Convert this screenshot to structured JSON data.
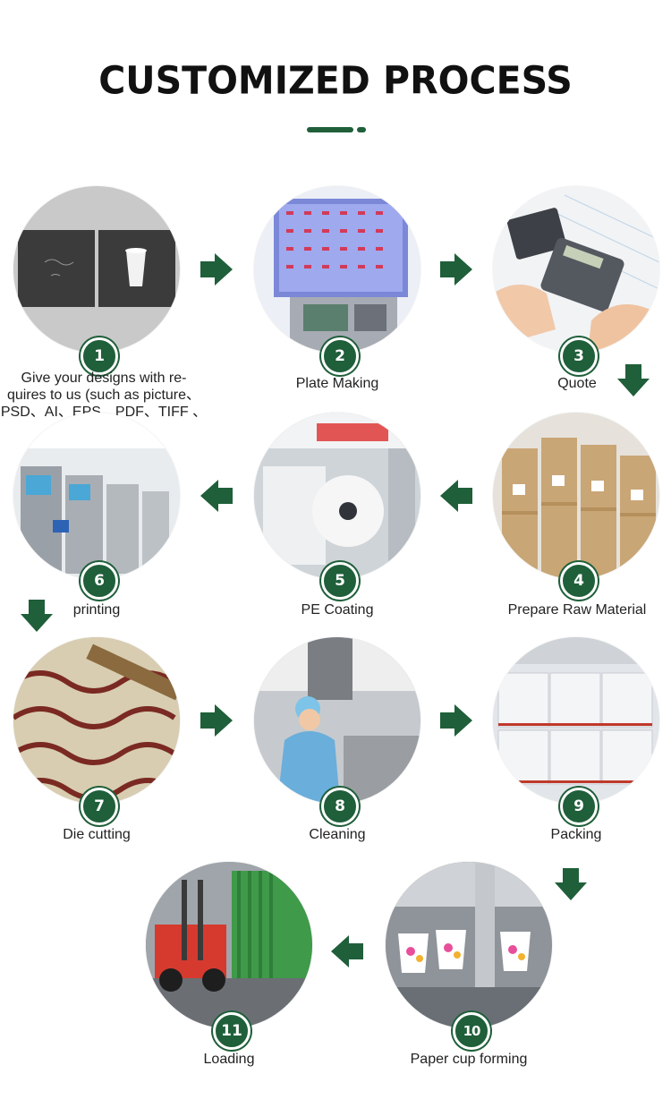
{
  "title": "CUSTOMIZED PROCESS",
  "colors": {
    "accent": "#1f5f3a",
    "text": "#222222"
  },
  "steps": [
    {
      "number": "1",
      "label_lines": [
        "Give your designs with re-",
        "quires to us (such as picture、",
        "PSD、AI、EPS、PDF、TIFF 、"
      ]
    },
    {
      "number": "2",
      "label": "Plate Making"
    },
    {
      "number": "3",
      "label": "Quote"
    },
    {
      "number": "4",
      "label": "Prepare Raw Material"
    },
    {
      "number": "5",
      "label": "PE Coating"
    },
    {
      "number": "6",
      "label": "printing"
    },
    {
      "number": "7",
      "label": "Die cutting"
    },
    {
      "number": "8",
      "label": "Cleaning"
    },
    {
      "number": "9",
      "label": "Packing"
    },
    {
      "number": "10",
      "label": "Paper cup forming"
    },
    {
      "number": "11",
      "label": "Loading"
    }
  ],
  "arrows": [
    "arrow-right",
    "arrow-down",
    "arrow-left"
  ]
}
